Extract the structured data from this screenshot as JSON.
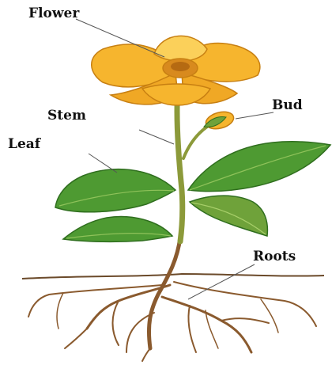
{
  "labels": {
    "flower": "Flower",
    "stem": "Stem",
    "bud": "Bud",
    "leaf": "Leaf",
    "roots": "Roots"
  },
  "colors": {
    "petal": "#F6B52E",
    "petal_light": "#FBD05A",
    "petal_edge": "#C77F12",
    "center": "#D88A1E",
    "stem": "#8C9A3A",
    "leaf": "#4E9A32",
    "leaf_dark": "#2F6E1E",
    "root": "#8A5A2E",
    "soil_line": "#6B4A2A",
    "pointer": "#555555"
  }
}
